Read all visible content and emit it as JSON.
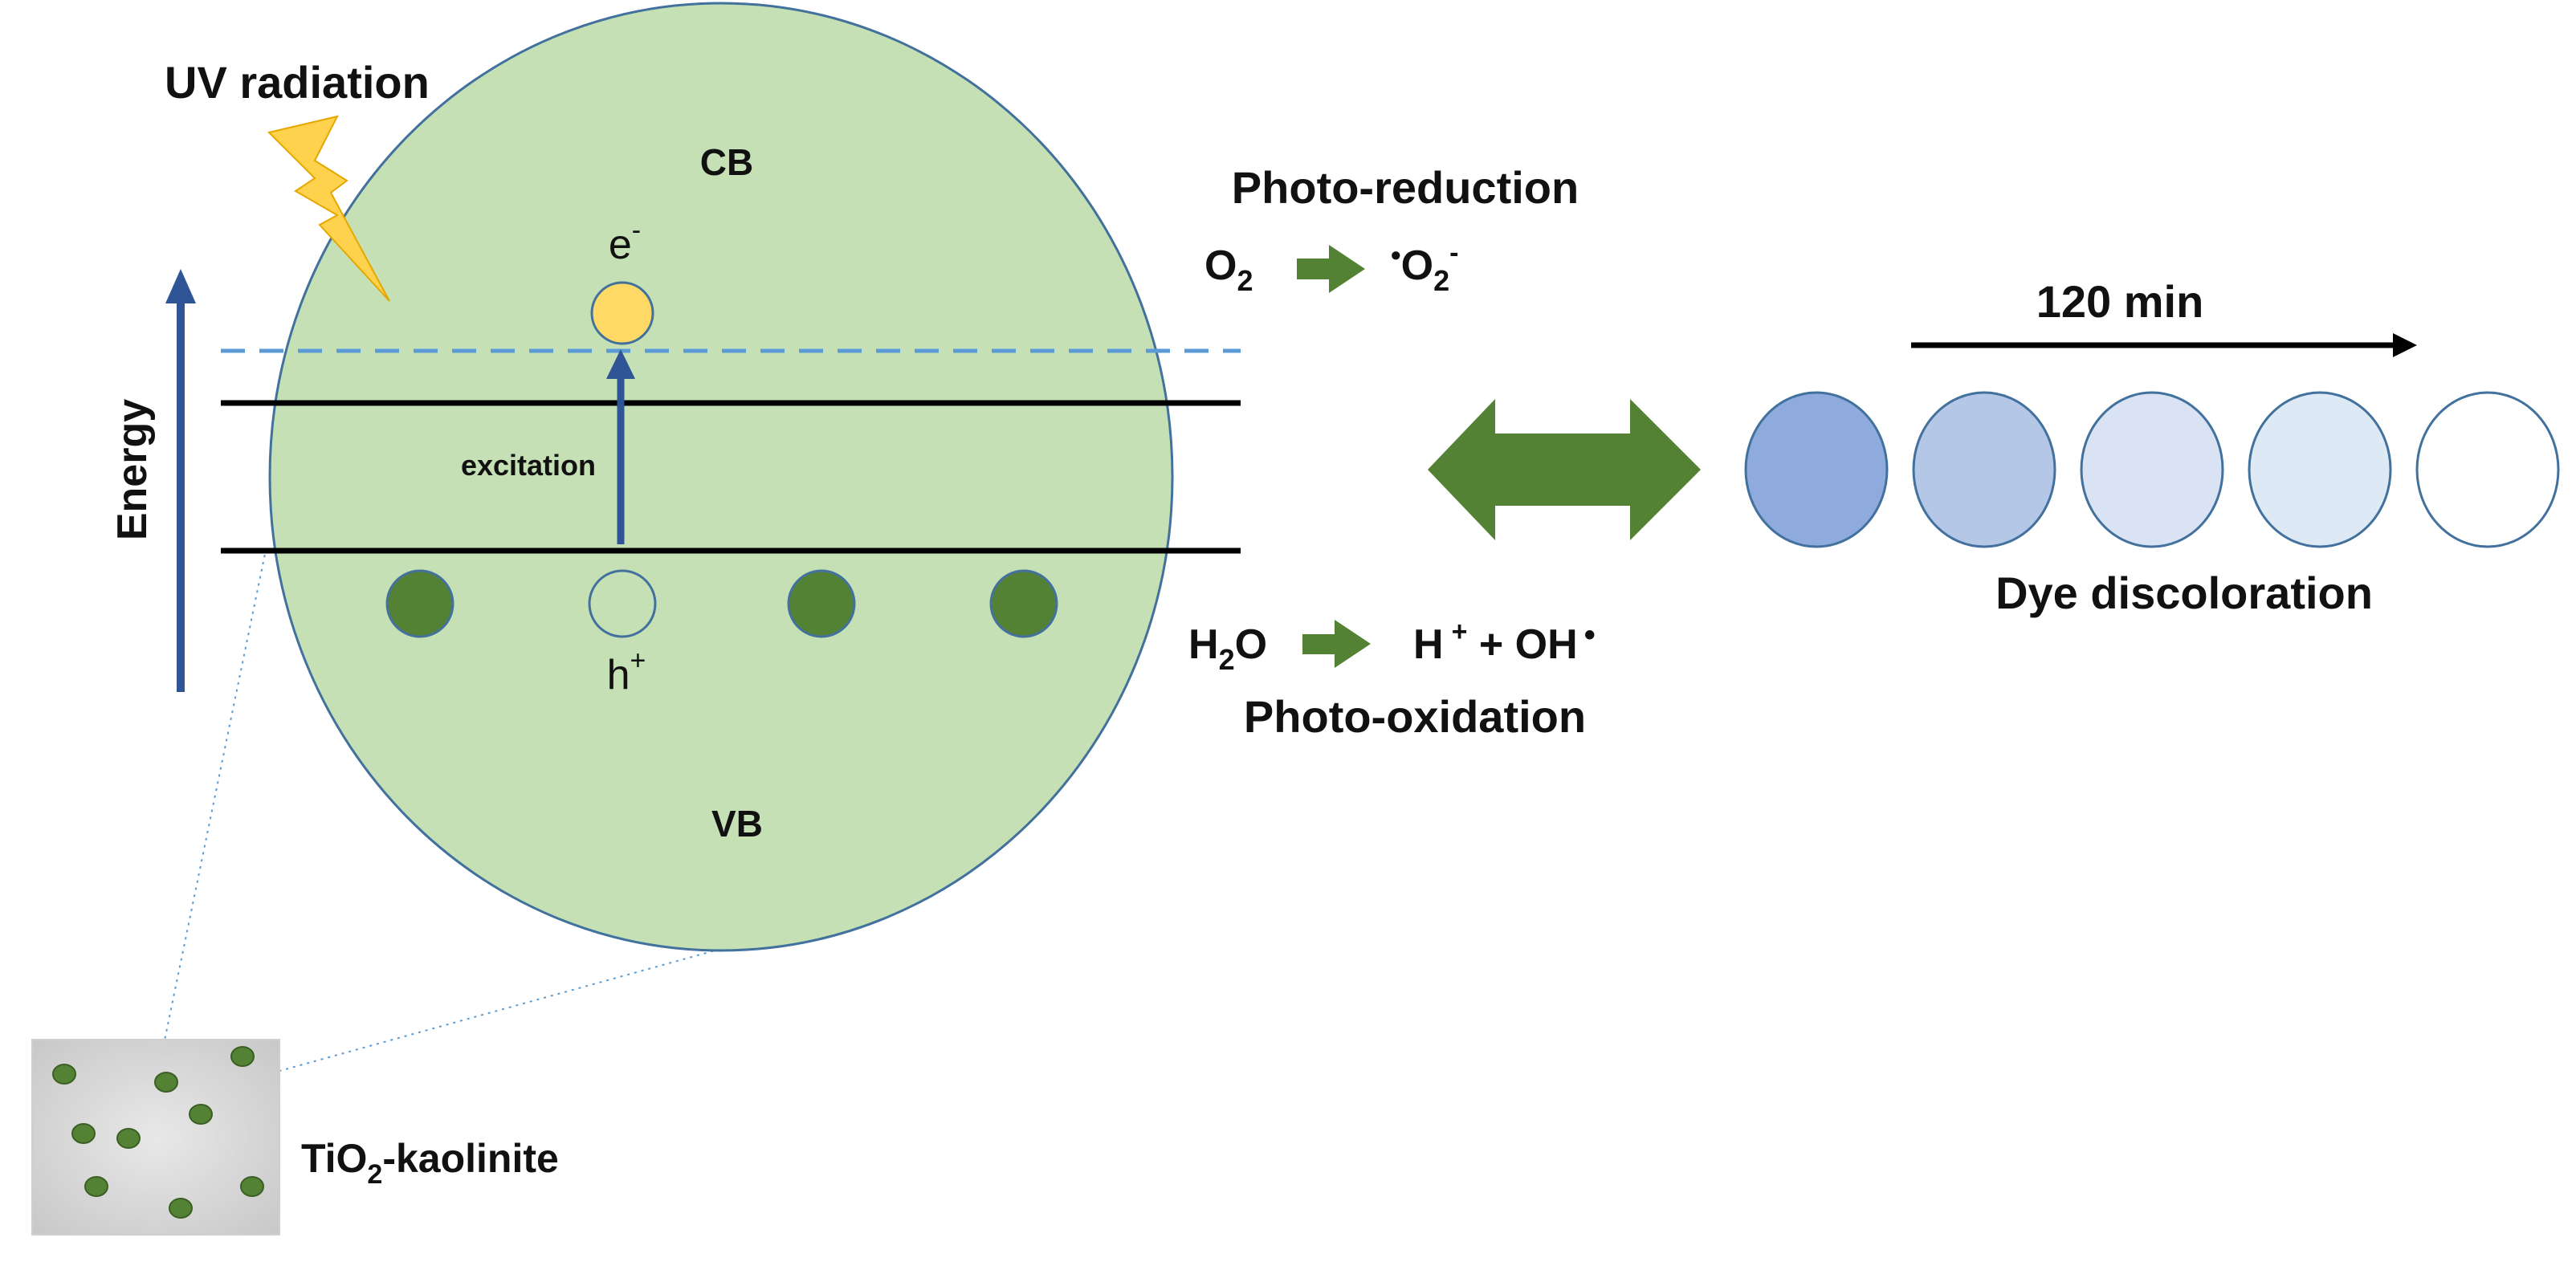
{
  "uv_label": "UV radiation",
  "energy_label": "Energy",
  "cb_label": "CB",
  "vb_label": "VB",
  "electron": {
    "base": "e",
    "sup": "-"
  },
  "hole": {
    "base": "h",
    "sup": "+"
  },
  "excitation_label": "excitation",
  "reduction": {
    "title": "Photo-reduction",
    "reactant": {
      "base": "O",
      "sub": "2"
    },
    "product": {
      "dot": "•",
      "base": "O",
      "sub": "2",
      "sup": "-"
    }
  },
  "oxidation": {
    "title": "Photo-oxidation",
    "reactant": {
      "base1": "H",
      "sub": "2",
      "base2": "O"
    },
    "product": {
      "p1": "H",
      "sup1": "+",
      "p2": " + OH",
      "dot": "•"
    }
  },
  "discoloration": {
    "time_label": "120 min",
    "caption": "Dye discoloration",
    "swatch_colors": [
      "#8faadc",
      "#b4c7e7",
      "#dae3f3",
      "#dee9f6",
      "#ffffff"
    ]
  },
  "catalyst_label": {
    "base1": "TiO",
    "sub": "2",
    "base2": "-kaolinite"
  },
  "colors": {
    "particle_fill": "#c5e0b4",
    "particle_stroke": "#41719c",
    "dark_green": "#548235",
    "arrow_green": "#548235",
    "energy_blue": "#2f5597",
    "dashed_blue": "#5b9bd5",
    "electron_yellow": "#ffd966",
    "bolt_yellow": "#ffd24d"
  }
}
